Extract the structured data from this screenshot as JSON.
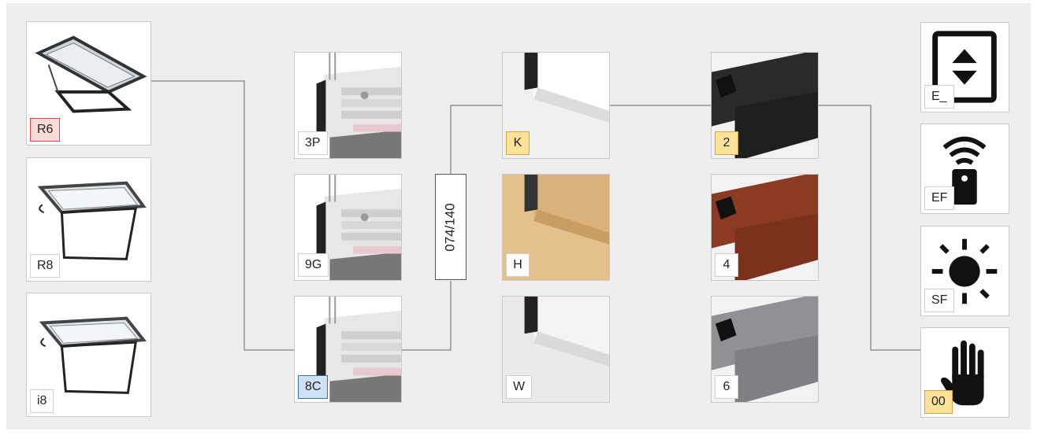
{
  "window_types": [
    {
      "code": "R6",
      "style": "red"
    },
    {
      "code": "R8",
      "style": "plain"
    },
    {
      "code": "i8",
      "style": "plain"
    }
  ],
  "glazing": [
    {
      "code": "3P",
      "style": "plain"
    },
    {
      "code": "9G",
      "style": "plain"
    },
    {
      "code": "8C",
      "style": "blue"
    }
  ],
  "size": {
    "label": "074/140"
  },
  "frame_finish": [
    {
      "code": "K",
      "style": "yellow",
      "color": "#ffffff"
    },
    {
      "code": "H",
      "style": "plain",
      "color": "#d9b27c"
    },
    {
      "code": "W",
      "style": "plain",
      "color": "#f4f4f4"
    }
  ],
  "flashing_color": [
    {
      "code": "2",
      "style": "yellow",
      "color": "#2a2a2a"
    },
    {
      "code": "4",
      "style": "plain",
      "color": "#8a3b22"
    },
    {
      "code": "6",
      "style": "plain",
      "color": "#8f9194"
    }
  ],
  "operation": [
    {
      "code": "E_",
      "style": "plain",
      "icon": "electric-control-icon"
    },
    {
      "code": "EF",
      "style": "plain",
      "icon": "remote-control-icon"
    },
    {
      "code": "SF",
      "style": "plain",
      "icon": "solar-icon"
    },
    {
      "code": "00",
      "style": "yellow",
      "icon": "manual-hand-icon"
    }
  ]
}
